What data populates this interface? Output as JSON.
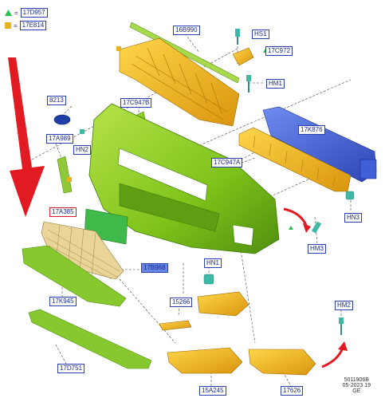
{
  "legend": [
    {
      "symbol": "=",
      "code": "17D957",
      "shape": "triangle",
      "color": "#2bbd52"
    },
    {
      "symbol": "=",
      "code": "17E814",
      "shape": "square",
      "color": "#e8b21c"
    }
  ],
  "labels": {
    "l16B990": "16B990",
    "lHS1": "HS1",
    "l17C972": "17C972",
    "lHM1": "HM1",
    "l8213": "8213",
    "l17C947B": "17C947B",
    "l17A989": "17A989",
    "lHN2": "HN2",
    "l17K876": "17K876",
    "l17C947A": "17C947A",
    "lHN3": "HN3",
    "l17A385": "17A385",
    "lHM3": "HM3",
    "l17K945": "17K945",
    "l17B968": "17B968",
    "lHN1": "HN1",
    "l15266": "15266",
    "lHM2": "HM2",
    "l17D751": "17D751",
    "l15A245": "15A245",
    "l17626": "17626"
  },
  "footer": {
    "line1": "5011906B",
    "line2": "05-2023 19",
    "line3": "GE"
  },
  "colors": {
    "bumper_green": "#7ec21a",
    "bumper_dark": "#4f8f0e",
    "bracket_orange": "#e3a514",
    "beam_blue": "#3e5fd6",
    "grille_beige": "#e9d49a",
    "arrow_red": "#e21b23",
    "label_border": "#2a3fb0"
  }
}
